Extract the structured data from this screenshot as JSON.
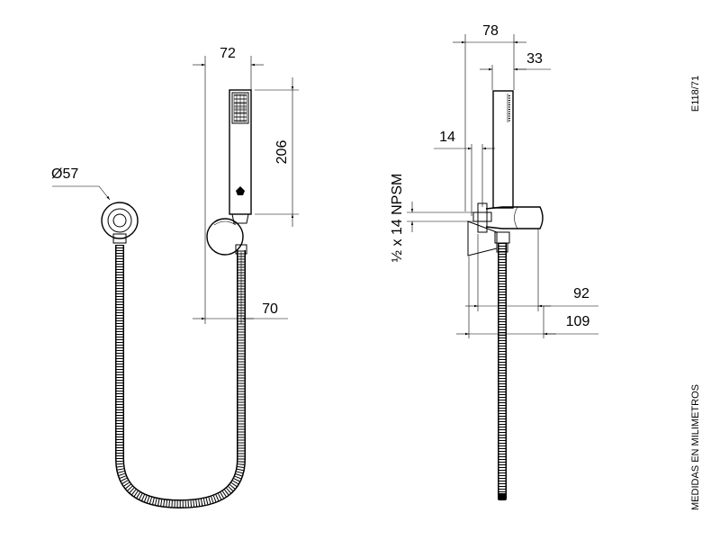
{
  "drawing": {
    "code": "E118/71",
    "units_note": "MEDIDAS EN MILIMETROS"
  },
  "front_view": {
    "flange_diameter": "Ø57",
    "width_handle": "72",
    "handle_height": "206",
    "bracket_offset": "70"
  },
  "side_view": {
    "total_depth": "78",
    "head_depth": "33",
    "flange_thickness": "14",
    "thread": "½ x 14 NPSM",
    "projection_92": "92",
    "projection_109": "109"
  }
}
